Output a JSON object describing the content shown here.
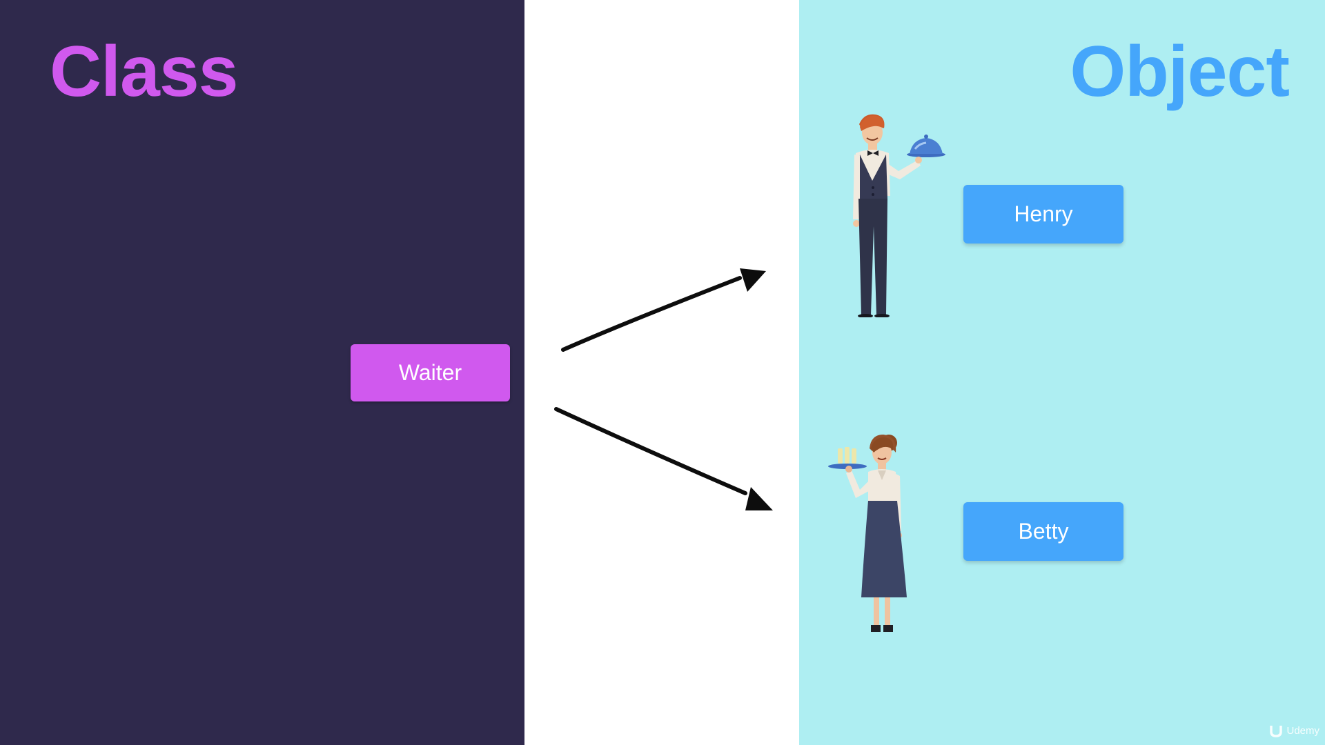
{
  "class_panel": {
    "title": "Class",
    "class_name": "Waiter"
  },
  "object_panel": {
    "title": "Object",
    "objects": [
      {
        "name": "Henry",
        "icon": "waiter-man-icon"
      },
      {
        "name": "Betty",
        "icon": "waitress-woman-icon"
      }
    ]
  },
  "watermark": {
    "text": "Udemy",
    "icon": "udemy-logo-icon"
  },
  "colors": {
    "left_bg": "#2f294c",
    "middle_bg": "#ffffff",
    "right_bg": "#aeeef2",
    "class_accent": "#d059ee",
    "object_accent": "#45a6fb",
    "arrow": "#0d0d0d"
  }
}
